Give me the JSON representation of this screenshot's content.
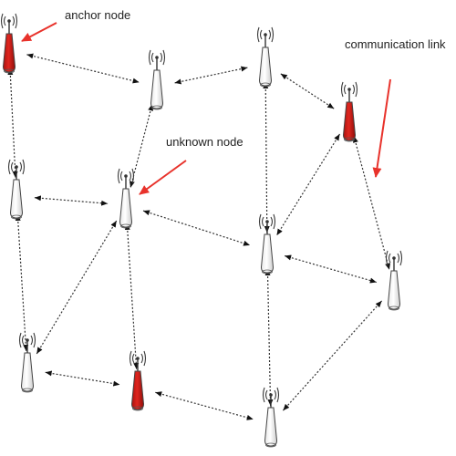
{
  "labels": {
    "anchor": "anchor node",
    "unknown": "unknown node",
    "link": "communication link"
  },
  "colors": {
    "anchor_fill": "#d0231e",
    "unknown_fill": "#ffffff",
    "callout": "#e8322b"
  },
  "nodes": [
    {
      "id": "n1",
      "kind": "anchor"
    },
    {
      "id": "n2",
      "kind": "unknown"
    },
    {
      "id": "n3",
      "kind": "unknown"
    },
    {
      "id": "n4",
      "kind": "anchor"
    },
    {
      "id": "n5",
      "kind": "unknown"
    },
    {
      "id": "n6",
      "kind": "unknown"
    },
    {
      "id": "n7",
      "kind": "unknown"
    },
    {
      "id": "n8",
      "kind": "unknown"
    },
    {
      "id": "n9",
      "kind": "unknown"
    },
    {
      "id": "n10",
      "kind": "anchor"
    },
    {
      "id": "n11",
      "kind": "unknown"
    }
  ],
  "links": [
    [
      "n1",
      "n2"
    ],
    [
      "n1",
      "n5"
    ],
    [
      "n2",
      "n3"
    ],
    [
      "n2",
      "n6"
    ],
    [
      "n3",
      "n4"
    ],
    [
      "n3",
      "n7"
    ],
    [
      "n4",
      "n7"
    ],
    [
      "n4",
      "n8"
    ],
    [
      "n5",
      "n6"
    ],
    [
      "n5",
      "n9"
    ],
    [
      "n6",
      "n7"
    ],
    [
      "n6",
      "n9"
    ],
    [
      "n6",
      "n10"
    ],
    [
      "n7",
      "n8"
    ],
    [
      "n7",
      "n11"
    ],
    [
      "n8",
      "n11"
    ],
    [
      "n9",
      "n10"
    ],
    [
      "n10",
      "n11"
    ]
  ]
}
